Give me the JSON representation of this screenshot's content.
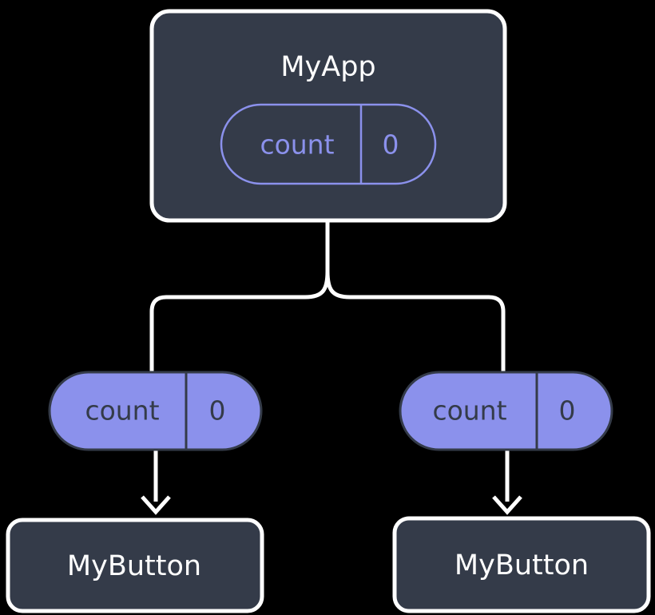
{
  "diagram": {
    "background_color": "#000000",
    "node_fill": "#343b49",
    "node_border": "#ffffff",
    "accent_purple": "#8b91ec",
    "text_light": "#ffffff",
    "text_dark": "#343b49",
    "connector_color": "#ffffff"
  },
  "root": {
    "title": "MyApp",
    "state_pill": {
      "key": "count",
      "value": "0",
      "style": "outlined"
    }
  },
  "branches": [
    {
      "side": "left",
      "pill": {
        "key": "count",
        "value": "0",
        "style": "filled"
      },
      "child": {
        "title": "MyButton"
      }
    },
    {
      "side": "right",
      "pill": {
        "key": "count",
        "value": "0",
        "style": "filled"
      },
      "child": {
        "title": "MyButton"
      }
    }
  ]
}
